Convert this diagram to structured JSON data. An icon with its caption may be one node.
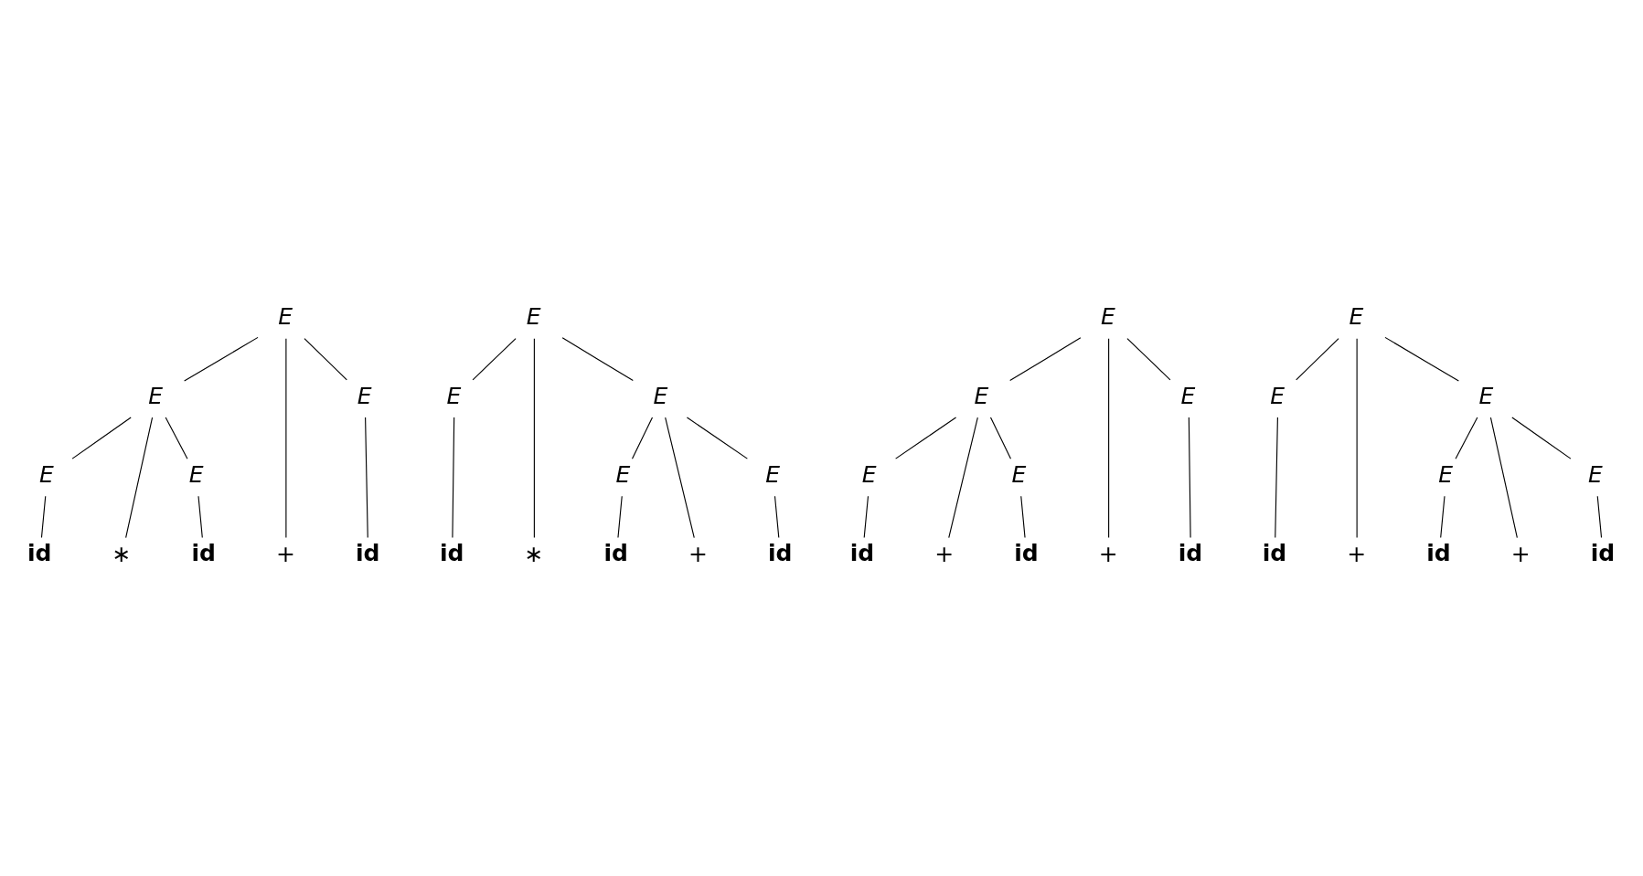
{
  "diagram": {
    "nodes": [
      {
        "text": [
          "E"
        ]
      },
      {
        "text": [
          "E"
        ]
      },
      {
        "text": [
          "+"
        ]
      },
      {
        "text": [
          "E"
        ]
      },
      {
        "text": [
          "E"
        ]
      },
      {
        "text": [
          "∗"
        ]
      },
      {
        "text": [
          "E"
        ]
      },
      {
        "text": [
          "id"
        ]
      },
      {
        "text": [
          "id"
        ]
      },
      {
        "text": [
          "id"
        ]
      },
      {
        "text": [
          "E"
        ]
      },
      {
        "text": [
          "E"
        ]
      },
      {
        "text": [
          "∗"
        ]
      },
      {
        "text": [
          "E"
        ]
      },
      {
        "text": [
          "E"
        ]
      },
      {
        "text": [
          "+"
        ]
      },
      {
        "text": [
          "E"
        ]
      },
      {
        "text": [
          "id"
        ]
      },
      {
        "text": [
          "id"
        ]
      },
      {
        "text": [
          "id"
        ]
      },
      {
        "text": [
          "E"
        ]
      },
      {
        "text": [
          "E"
        ]
      },
      {
        "text": [
          "+"
        ]
      },
      {
        "text": [
          "E"
        ]
      },
      {
        "text": [
          "E"
        ]
      },
      {
        "text": [
          "+"
        ]
      },
      {
        "text": [
          "E"
        ]
      },
      {
        "text": [
          "id"
        ]
      },
      {
        "text": [
          "id"
        ]
      },
      {
        "text": [
          "id"
        ]
      },
      {
        "text": [
          "E"
        ]
      },
      {
        "text": [
          "E"
        ]
      },
      {
        "text": [
          "+"
        ]
      },
      {
        "text": [
          "E"
        ]
      },
      {
        "text": [
          "E"
        ]
      },
      {
        "text": [
          "+"
        ]
      },
      {
        "text": [
          "E"
        ]
      },
      {
        "text": [
          "id"
        ]
      },
      {
        "text": [
          "id"
        ]
      },
      {
        "text": [
          "id"
        ]
      }
    ],
    "edges": [
      {
        "from": 0,
        "to": 1,
        "arrow": "none"
      },
      {
        "from": 0,
        "to": 2,
        "arrow": "none"
      },
      {
        "from": 0,
        "to": 3,
        "arrow": "none"
      },
      {
        "from": 1,
        "to": 4,
        "arrow": "none"
      },
      {
        "from": 1,
        "to": 5,
        "arrow": "none"
      },
      {
        "from": 1,
        "to": 6,
        "arrow": "none"
      },
      {
        "from": 4,
        "to": 7,
        "arrow": "none"
      },
      {
        "from": 6,
        "to": 8,
        "arrow": "none"
      },
      {
        "from": 3,
        "to": 9,
        "arrow": "none"
      },
      {
        "from": 10,
        "to": 11,
        "arrow": "none"
      },
      {
        "from": 10,
        "to": 12,
        "arrow": "none"
      },
      {
        "from": 10,
        "to": 13,
        "arrow": "none"
      },
      {
        "from": 11,
        "to": 17,
        "arrow": "none"
      },
      {
        "from": 13,
        "to": 14,
        "arrow": "none"
      },
      {
        "from": 13,
        "to": 15,
        "arrow": "none"
      },
      {
        "from": 13,
        "to": 16,
        "arrow": "none"
      },
      {
        "from": 14,
        "to": 18,
        "arrow": "none"
      },
      {
        "from": 16,
        "to": 19,
        "arrow": "none"
      },
      {
        "from": 20,
        "to": 21,
        "arrow": "none"
      },
      {
        "from": 20,
        "to": 22,
        "arrow": "none"
      },
      {
        "from": 20,
        "to": 23,
        "arrow": "none"
      },
      {
        "from": 21,
        "to": 24,
        "arrow": "none"
      },
      {
        "from": 21,
        "to": 25,
        "arrow": "none"
      },
      {
        "from": 21,
        "to": 26,
        "arrow": "none"
      },
      {
        "from": 24,
        "to": 27,
        "arrow": "none"
      },
      {
        "from": 26,
        "to": 28,
        "arrow": "none"
      },
      {
        "from": 23,
        "to": 29,
        "arrow": "none"
      },
      {
        "from": 30,
        "to": 31,
        "arrow": "none"
      },
      {
        "from": 30,
        "to": 32,
        "arrow": "none"
      },
      {
        "from": 30,
        "to": 33,
        "arrow": "none"
      },
      {
        "from": 31,
        "to": 37,
        "arrow": "none"
      },
      {
        "from": 33,
        "to": 34,
        "arrow": "none"
      },
      {
        "from": 33,
        "to": 35,
        "arrow": "none"
      },
      {
        "from": 33,
        "to": 36,
        "arrow": "none"
      },
      {
        "from": 34,
        "to": 38,
        "arrow": "none"
      },
      {
        "from": 36,
        "to": 39,
        "arrow": "none"
      }
    ]
  }
}
